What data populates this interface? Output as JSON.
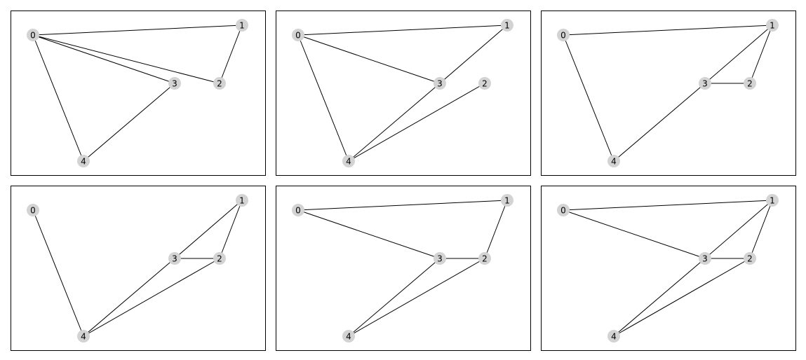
{
  "node_color": "#d3d3d3",
  "edge_color": "#000000",
  "frame_color": "#000000",
  "graphs": [
    {
      "nodes": [
        {
          "id": "0",
          "label": "0"
        },
        {
          "id": "1",
          "label": "1"
        },
        {
          "id": "2",
          "label": "2"
        },
        {
          "id": "3",
          "label": "3"
        },
        {
          "id": "4",
          "label": "4"
        }
      ],
      "edges": [
        [
          "0",
          "1"
        ],
        [
          "0",
          "2"
        ],
        [
          "0",
          "3"
        ],
        [
          "0",
          "4"
        ],
        [
          "1",
          "2"
        ],
        [
          "3",
          "4"
        ]
      ]
    },
    {
      "nodes": [
        {
          "id": "0",
          "label": "0"
        },
        {
          "id": "1",
          "label": "1"
        },
        {
          "id": "2",
          "label": "2"
        },
        {
          "id": "3",
          "label": "3"
        },
        {
          "id": "4",
          "label": "4"
        }
      ],
      "edges": [
        [
          "0",
          "1"
        ],
        [
          "0",
          "3"
        ],
        [
          "0",
          "4"
        ],
        [
          "1",
          "3"
        ],
        [
          "3",
          "4"
        ],
        [
          "2",
          "4"
        ]
      ]
    },
    {
      "nodes": [
        {
          "id": "0",
          "label": "0"
        },
        {
          "id": "1",
          "label": "1"
        },
        {
          "id": "2",
          "label": "2"
        },
        {
          "id": "3",
          "label": "3"
        },
        {
          "id": "4",
          "label": "4"
        }
      ],
      "edges": [
        [
          "0",
          "1"
        ],
        [
          "0",
          "4"
        ],
        [
          "1",
          "3"
        ],
        [
          "1",
          "2"
        ],
        [
          "3",
          "2"
        ],
        [
          "3",
          "4"
        ]
      ]
    },
    {
      "nodes": [
        {
          "id": "0",
          "label": "0"
        },
        {
          "id": "1",
          "label": "1"
        },
        {
          "id": "2",
          "label": "2"
        },
        {
          "id": "3",
          "label": "3"
        },
        {
          "id": "4",
          "label": "4"
        }
      ],
      "edges": [
        [
          "0",
          "4"
        ],
        [
          "1",
          "3"
        ],
        [
          "1",
          "2"
        ],
        [
          "3",
          "2"
        ],
        [
          "3",
          "4"
        ],
        [
          "2",
          "4"
        ]
      ]
    },
    {
      "nodes": [
        {
          "id": "0",
          "label": "0"
        },
        {
          "id": "1",
          "label": "1"
        },
        {
          "id": "2",
          "label": "2"
        },
        {
          "id": "3",
          "label": "3"
        },
        {
          "id": "4",
          "label": "4"
        }
      ],
      "edges": [
        [
          "0",
          "1"
        ],
        [
          "0",
          "3"
        ],
        [
          "1",
          "2"
        ],
        [
          "3",
          "2"
        ],
        [
          "3",
          "4"
        ],
        [
          "2",
          "4"
        ]
      ]
    },
    {
      "nodes": [
        {
          "id": "0",
          "label": "0"
        },
        {
          "id": "1",
          "label": "1"
        },
        {
          "id": "2",
          "label": "2"
        },
        {
          "id": "3",
          "label": "3"
        },
        {
          "id": "4",
          "label": "4"
        }
      ],
      "edges": [
        [
          "0",
          "1"
        ],
        [
          "0",
          "3"
        ],
        [
          "1",
          "3"
        ],
        [
          "1",
          "2"
        ],
        [
          "3",
          "2"
        ],
        [
          "3",
          "4"
        ],
        [
          "2",
          "4"
        ]
      ]
    }
  ]
}
